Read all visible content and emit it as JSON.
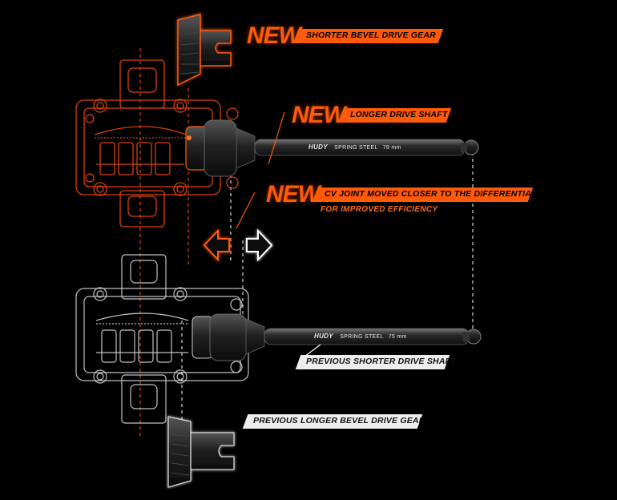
{
  "colors": {
    "accent": "#ff5a0a",
    "neutral": "#ededed",
    "background": "#000000"
  },
  "callouts": {
    "bevel_new": {
      "tag": "NEW",
      "text": "SHORTER BEVEL DRIVE GEAR"
    },
    "shaft_new": {
      "tag": "NEW",
      "text": "LONGER DRIVE SHAFT"
    },
    "cv_new": {
      "tag": "NEW",
      "text": "CV JOINT MOVED CLOSER TO THE DIFFERENTIAL",
      "subtext": "FOR IMPROVED EFFICIENCY"
    },
    "shaft_prev": {
      "text": "PREVIOUS SHORTER DRIVE SHAFT"
    },
    "bevel_prev": {
      "text": "PREVIOUS LONGER BEVEL DRIVE GEAR"
    }
  },
  "shafts": {
    "new": {
      "brand": "HUDY",
      "material": "SPRING STEEL",
      "size": "79 mm"
    },
    "previous": {
      "brand": "HUDY",
      "material": "SPRING STEEL",
      "size": "75 mm"
    }
  },
  "arrows": {
    "left": "arrow-left-icon",
    "right": "arrow-right-icon"
  }
}
